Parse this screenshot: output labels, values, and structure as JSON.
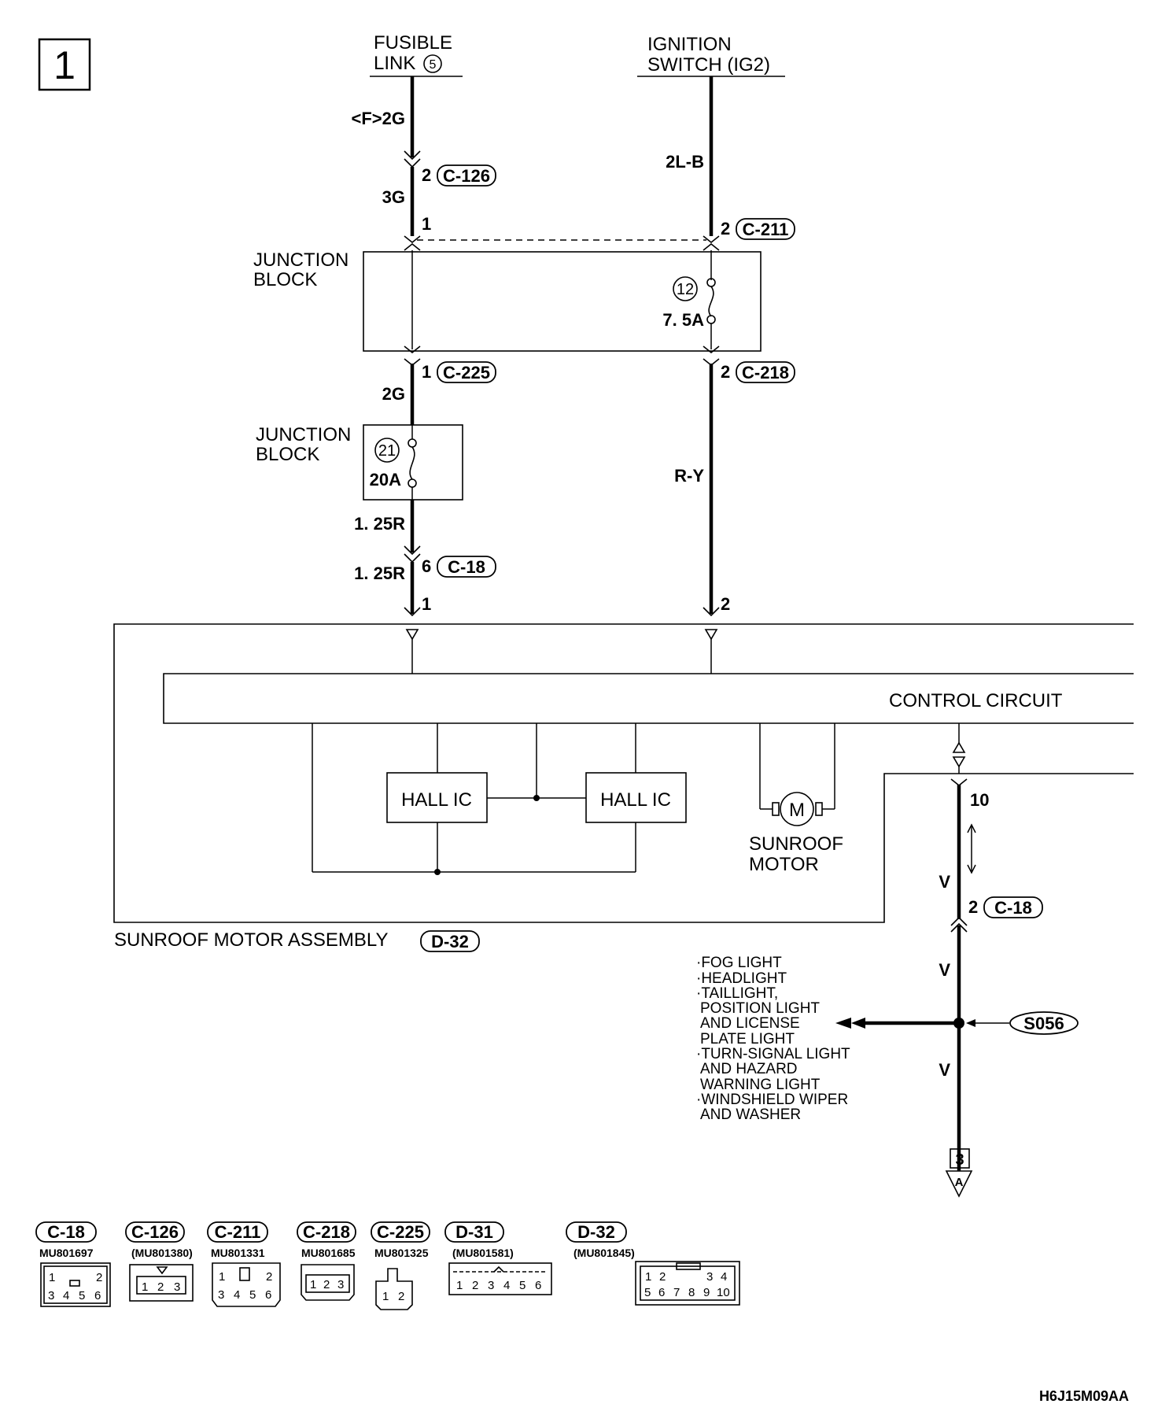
{
  "page_number": "1",
  "sources": {
    "fusible_link": {
      "line1": "FUSIBLE",
      "line2": "LINK",
      "number": "5"
    },
    "ignition_switch": {
      "line1": "IGNITION",
      "line2": "SWITCH (IG2)"
    }
  },
  "wires": {
    "f_2g": "<F>2G",
    "w_3g": "3G",
    "w_2lb": "2L-B",
    "w_2g": "2G",
    "w_ry": "R-Y",
    "w_125r_a": "1. 25R",
    "w_125r_b": "1. 25R",
    "w_v1": "V",
    "w_v2": "V",
    "w_v3": "V"
  },
  "pins": {
    "p_c126": "2",
    "p_jb_in1": "1",
    "p_c211": "2",
    "p_c225": "1",
    "p_c218": "2",
    "p_c18_6": "6",
    "p_motor_1": "1",
    "p_motor_2": "2",
    "p_motor_10": "10",
    "p_c18_2": "2"
  },
  "connectors": {
    "c126": "C-126",
    "c211": "C-211",
    "c225": "C-225",
    "c218": "C-218",
    "c18_a": "C-18",
    "c18_b": "C-18",
    "d32": "D-32",
    "s056": "S056"
  },
  "junction_block_1": {
    "line1": "JUNCTION",
    "line2": "BLOCK",
    "fuse_number": "12",
    "fuse_rating": "7. 5A"
  },
  "junction_block_2": {
    "line1": "JUNCTION",
    "line2": "BLOCK",
    "fuse_number": "21",
    "fuse_rating": "20A"
  },
  "motor_assembly": {
    "control_circuit": "CONTROL CIRCUIT",
    "hall_ic_1": "HALL IC",
    "hall_ic_2": "HALL IC",
    "motor_symbol": "M",
    "sunroof_motor_line1": "SUNROOF",
    "sunroof_motor_line2": "MOTOR",
    "assembly_label": "SUNROOF MOTOR ASSEMBLY"
  },
  "loads": [
    "·FOG LIGHT",
    "·HEADLIGHT",
    "·TAILLIGHT,",
    "POSITION LIGHT",
    "AND LICENSE",
    "PLATE LIGHT",
    "·TURN-SIGNAL LIGHT",
    "AND HAZARD",
    "WARNING LIGHT",
    "·WINDSHIELD WIPER",
    "AND WASHER"
  ],
  "continuation": {
    "page": "3",
    "point": "A"
  },
  "connector_views": [
    {
      "name": "C-18",
      "part": "MU801697",
      "pins_top": [
        "1",
        "2"
      ],
      "pins_bottom": [
        "3",
        "4",
        "5",
        "6"
      ]
    },
    {
      "name": "C-126",
      "part": "(MU801380)",
      "pins": [
        "1",
        "2",
        "3"
      ]
    },
    {
      "name": "C-211",
      "part": "MU801331",
      "pins_top": [
        "1",
        "2"
      ],
      "pins_bottom": [
        "3",
        "4",
        "5",
        "6"
      ]
    },
    {
      "name": "C-218",
      "part": "MU801685",
      "pins": [
        "1",
        "2",
        "3"
      ]
    },
    {
      "name": "C-225",
      "part": "MU801325",
      "pins": [
        "1",
        "2"
      ]
    },
    {
      "name": "D-31",
      "part": "(MU801581)",
      "pins": [
        "1",
        "2",
        "3",
        "4",
        "5",
        "6"
      ]
    },
    {
      "name": "D-32",
      "part": "(MU801845)",
      "pins_top": [
        "1",
        "2",
        "3",
        "4"
      ],
      "pins_bottom": [
        "5",
        "6",
        "7",
        "8",
        "9",
        "10"
      ]
    }
  ],
  "diagram_code": "H6J15M09AA"
}
